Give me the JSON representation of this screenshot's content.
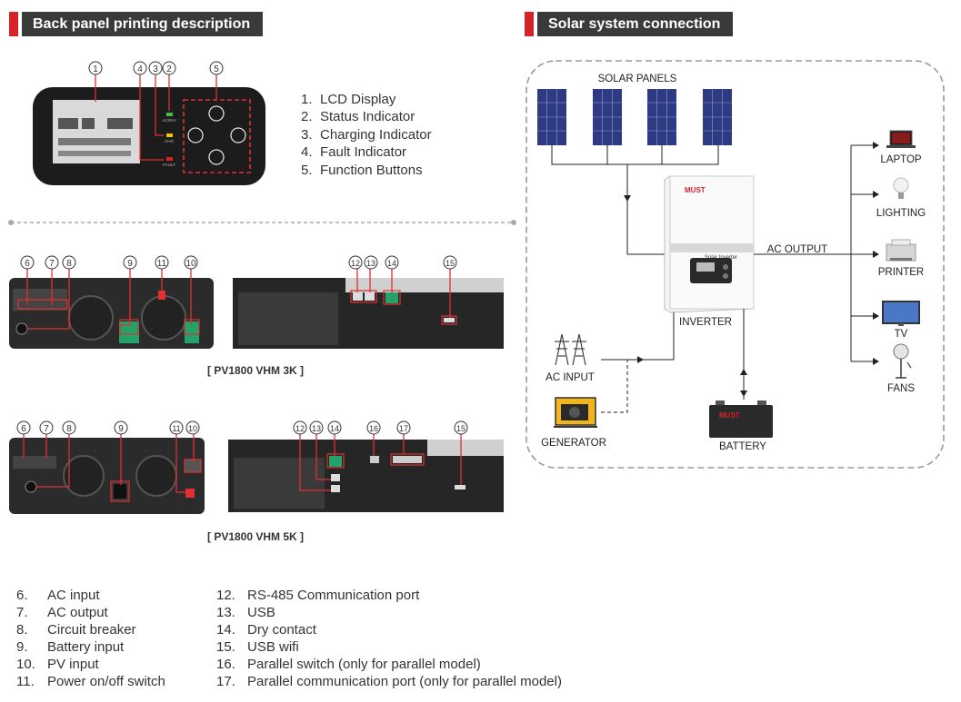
{
  "headers": {
    "left": "Back panel printing description",
    "right": "Solar system connection"
  },
  "front_panel": {
    "items": [
      {
        "num": "1.",
        "label": "LCD Display"
      },
      {
        "num": "2.",
        "label": "Status Indicator"
      },
      {
        "num": "3.",
        "label": "Charging Indicator"
      },
      {
        "num": "4.",
        "label": "Fault Indicator"
      },
      {
        "num": "5.",
        "label": "Function Buttons"
      }
    ],
    "callouts": [
      "1",
      "4",
      "3",
      "2",
      "5"
    ],
    "led_labels": {
      "status": "AC/INV",
      "charge": "CHG",
      "fault": "FAULT"
    }
  },
  "models": {
    "vhm3k": {
      "caption": "[ PV1800 VHM 3K ]",
      "callouts_rear": [
        "6",
        "7",
        "8",
        "9",
        "11",
        "10"
      ],
      "callouts_side": [
        "12",
        "13",
        "14",
        "15"
      ]
    },
    "vhm5k": {
      "caption": "[ PV1800 VHM 5K ]",
      "callouts_rear": [
        "6",
        "7",
        "8",
        "9",
        "11",
        "10"
      ],
      "callouts_side": [
        "12",
        "13",
        "14",
        "16",
        "17",
        "15"
      ]
    }
  },
  "legend_left": [
    {
      "num": "6.",
      "label": "AC input"
    },
    {
      "num": "7.",
      "label": "AC output"
    },
    {
      "num": "8.",
      "label": "Circuit breaker"
    },
    {
      "num": "9.",
      "label": "Battery input"
    },
    {
      "num": "10.",
      "label": "PV input"
    },
    {
      "num": "11.",
      "label": "Power on/off switch"
    }
  ],
  "legend_right": [
    {
      "num": "12.",
      "label": "RS-485 Communication port"
    },
    {
      "num": "13.",
      "label": "USB"
    },
    {
      "num": "14.",
      "label": "Dry contact"
    },
    {
      "num": "15.",
      "label": "USB wifi"
    },
    {
      "num": "16.",
      "label": "Parallel switch (only for parallel model)"
    },
    {
      "num": "17.",
      "label": "Parallel communication port (only for parallel model)"
    }
  ],
  "solar": {
    "solar_panels": "SOLAR PANELS",
    "inverter": "INVERTER",
    "inverter_brand": "MUST",
    "inverter_model": "Solar Inverter",
    "ac_output": "AC OUTPUT",
    "ac_input": "AC INPUT",
    "generator": "GENERATOR",
    "battery": "BATTERY",
    "battery_brand": "MUST",
    "loads": [
      "LAPTOP",
      "LIGHTING",
      "PRINTER",
      "TV",
      "FANS"
    ]
  },
  "colors": {
    "accent_red": "#d6232a",
    "header_bg": "#3a3a3a",
    "panel_blue": "#2e3b82",
    "device_dark": "#2b2b2b"
  }
}
